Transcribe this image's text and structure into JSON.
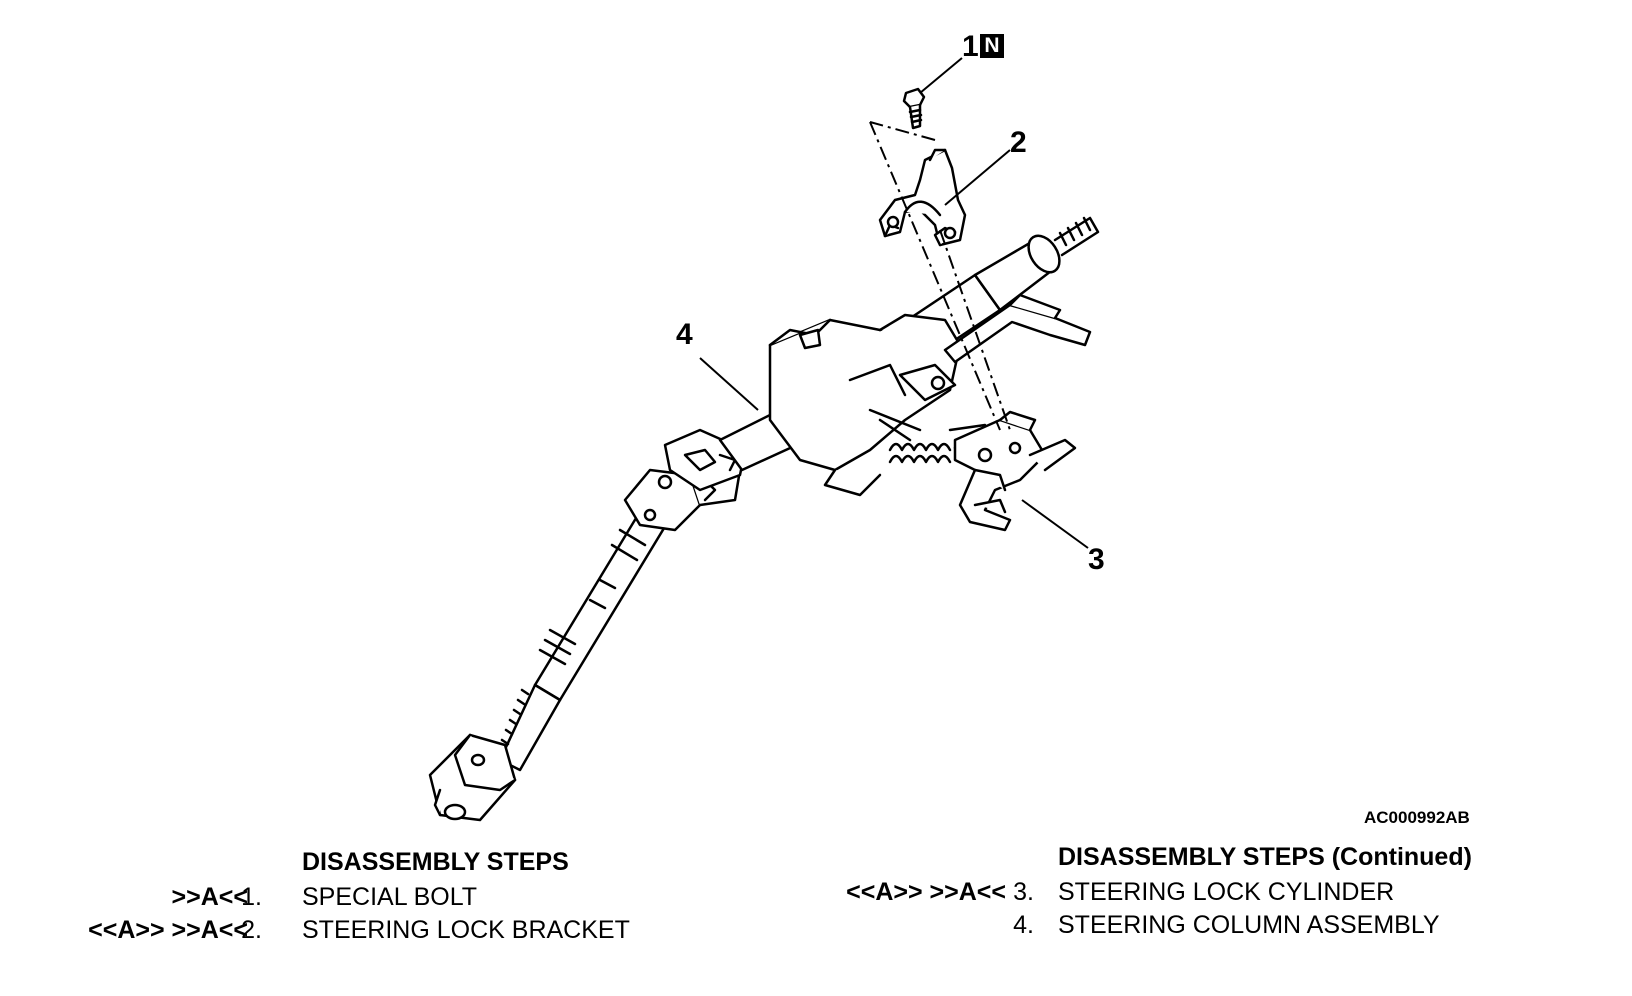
{
  "callouts": {
    "c1": "1",
    "c1_badge": "N",
    "c2": "2",
    "c3": "3",
    "c4": "4"
  },
  "figure_code": "AC000992AB",
  "left_table": {
    "title": "DISASSEMBLY STEPS",
    "rows": [
      {
        "marks": ">>A<<",
        "num": "1.",
        "name": "SPECIAL BOLT"
      },
      {
        "marks": "<<A>> >>A<<",
        "num": "2.",
        "name": "STEERING LOCK BRACKET"
      }
    ]
  },
  "right_table": {
    "title": "DISASSEMBLY STEPS (Continued)",
    "rows": [
      {
        "marks": "<<A>> >>A<<",
        "num": "3.",
        "name": "STEERING LOCK CYLINDER"
      },
      {
        "marks": "",
        "num": "4.",
        "name": "STEERING COLUMN ASSEMBLY"
      }
    ]
  }
}
